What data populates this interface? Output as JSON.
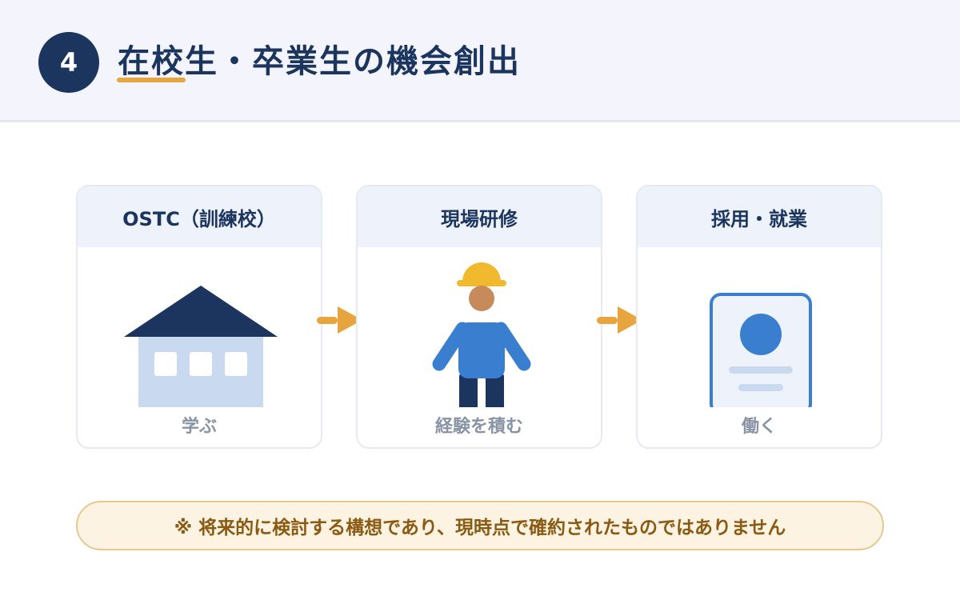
{
  "header": {
    "number": "4",
    "title": "在校生・卒業生の機会創出"
  },
  "steps": [
    {
      "heading": "OSTC（訓練校）",
      "caption": "学ぶ",
      "icon": "school-building-icon"
    },
    {
      "heading": "現場研修",
      "caption": "経験を積む",
      "icon": "construction-worker-icon"
    },
    {
      "heading": "採用・就業",
      "caption": "働く",
      "icon": "id-card-icon"
    }
  ],
  "notice": "※ 将来的に検討する構想であり、現時点で確約されたものではありません",
  "colors": {
    "navy": "#1b355e",
    "accent_orange": "#e6a53d",
    "blue": "#3a7fcf",
    "light_blue": "#c9d9ef",
    "notice_bg": "#fcf3e2"
  }
}
